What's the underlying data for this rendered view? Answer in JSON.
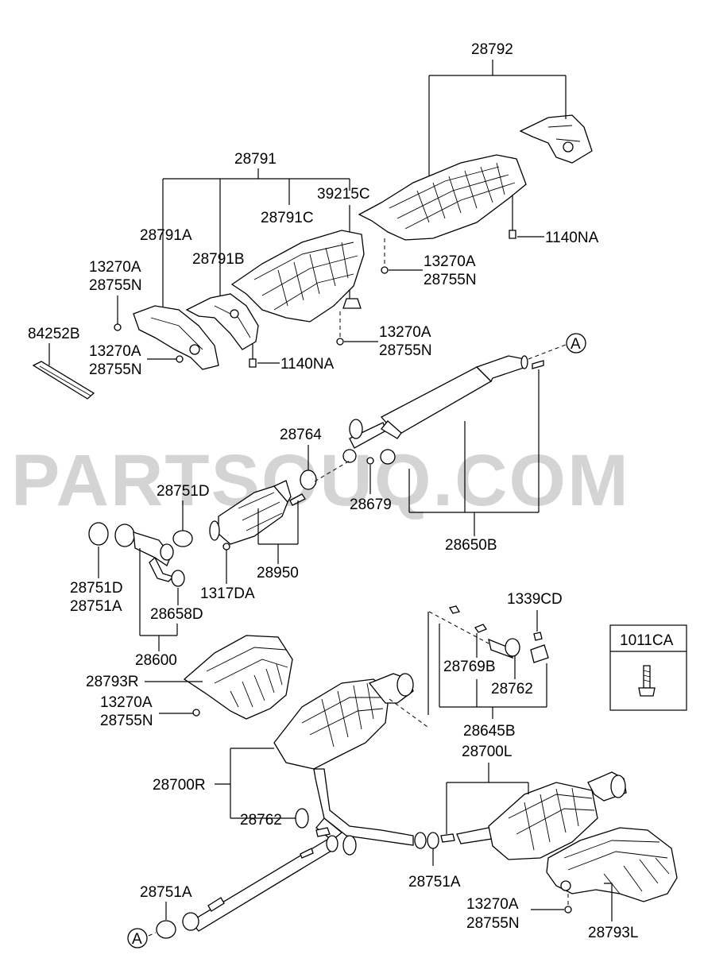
{
  "watermark": "PARTSOUQ.COM",
  "labels": {
    "p28792": "28792",
    "p28791": "28791",
    "p39215C": "39215C",
    "p28791C": "28791C",
    "p28791A": "28791A",
    "p28791B": "28791B",
    "p13270A_1": "13270A",
    "p28755N_1": "28755N",
    "p84252B": "84252B",
    "p13270A_2": "13270A",
    "p28755N_2": "28755N",
    "p1140NA_1": "1140NA",
    "p1140NA_2": "1140NA",
    "p13270A_3": "13270A",
    "p28755N_3": "28755N",
    "p13270A_4": "13270A",
    "p28755N_4": "28755N",
    "refA_top": "A",
    "p28764": "28764",
    "p28751D_1": "28751D",
    "p28679": "28679",
    "p28650B": "28650B",
    "p28950": "28950",
    "p1317DA": "1317DA",
    "p28751D_2": "28751D",
    "p28751A_1": "28751A",
    "p28658D": "28658D",
    "p28600": "28600",
    "p28793R": "28793R",
    "p13270A_5": "13270A",
    "p28755N_5": "28755N",
    "p1339CD": "1339CD",
    "p1011CA": "1011CA",
    "p28769B": "28769B",
    "p28762_1": "28762",
    "p28645B": "28645B",
    "p28700L": "28700L",
    "p28700R": "28700R",
    "p28762_2": "28762",
    "p28751A_2": "28751A",
    "p28751A_3": "28751A",
    "p13270A_6": "13270A",
    "p28755N_6": "28755N",
    "p28793L": "28793L",
    "refA_bottom": "A"
  }
}
